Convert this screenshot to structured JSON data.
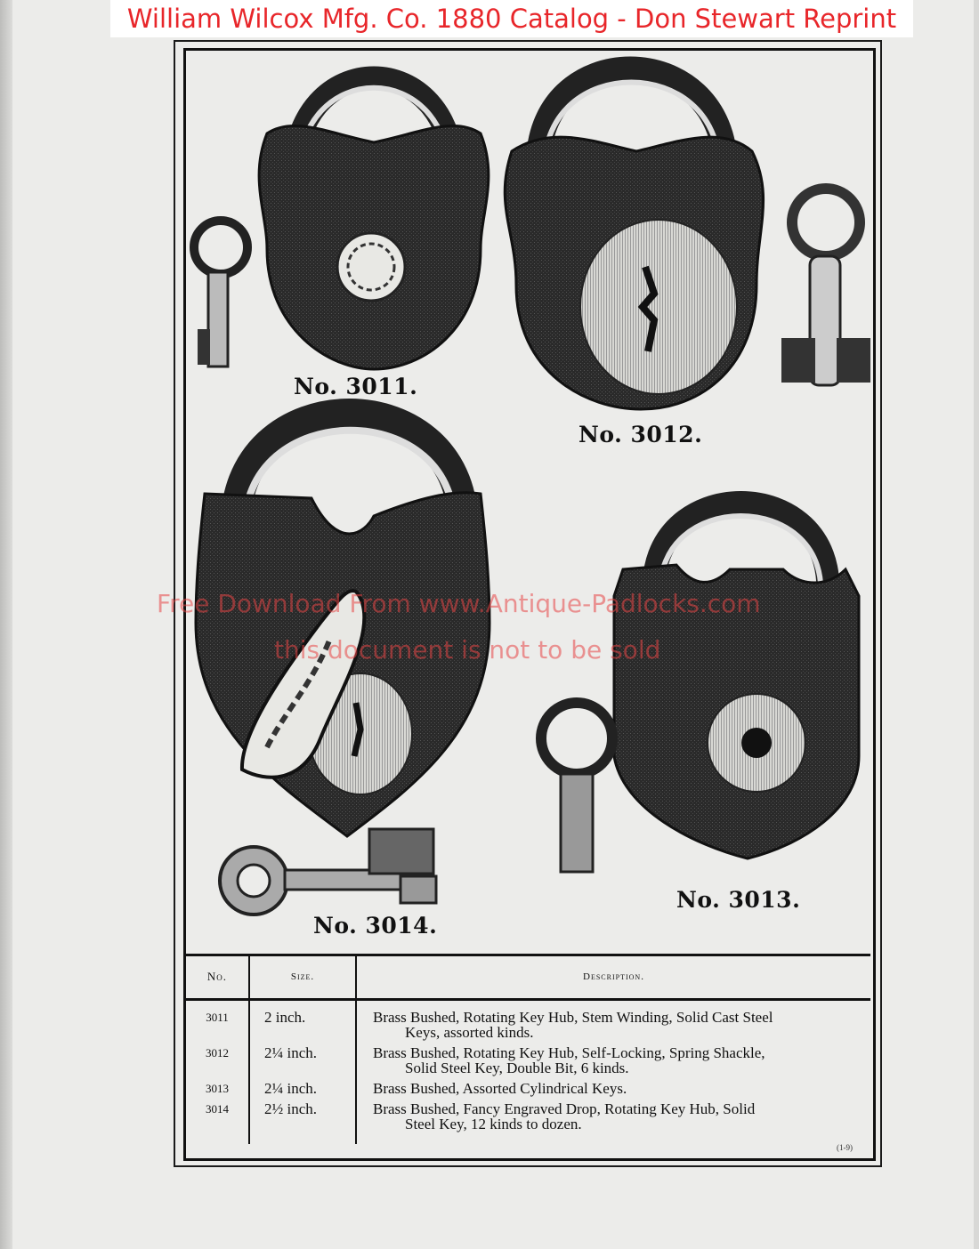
{
  "header": {
    "title": "William Wilcox Mfg. Co. 1880 Catalog - Don Stewart Reprint"
  },
  "watermark": {
    "line1": "Free Download From www.Antique-Padlocks.com",
    "line2": "this document is not to be sold"
  },
  "illustrations": [
    {
      "label": "No. 3011."
    },
    {
      "label": "No. 3012."
    },
    {
      "label": "No. 3013."
    },
    {
      "label": "No. 3014."
    }
  ],
  "table": {
    "headers": [
      "No.",
      "Size.",
      "Description."
    ],
    "rows": [
      {
        "no": "3011",
        "size": "2   inch.",
        "desc_line1": "Brass Bushed, Rotating Key Hub, Stem Winding, Solid Cast Steel",
        "desc_line2": "Keys, assorted kinds."
      },
      {
        "no": "3012",
        "size": "2¼ inch.",
        "desc_line1": "Brass Bushed, Rotating Key Hub, Self-Locking, Spring Shackle,",
        "desc_line2": "Solid Steel Key, Double Bit, 6 kinds."
      },
      {
        "no": "3013",
        "size": "2¼ inch.",
        "desc_line1": "Brass Bushed, Assorted Cylindrical Keys.",
        "desc_line2": ""
      },
      {
        "no": "3014",
        "size": "2½ inch.",
        "desc_line1": "Brass Bushed, Fancy Engraved Drop, Rotating Key Hub, Solid",
        "desc_line2": "Steel Key, 12 kinds to dozen."
      }
    ],
    "page_mark": "(1-9)"
  },
  "colors": {
    "header_text": "#e8262a",
    "ink": "#111111",
    "paper": "#ececea"
  }
}
